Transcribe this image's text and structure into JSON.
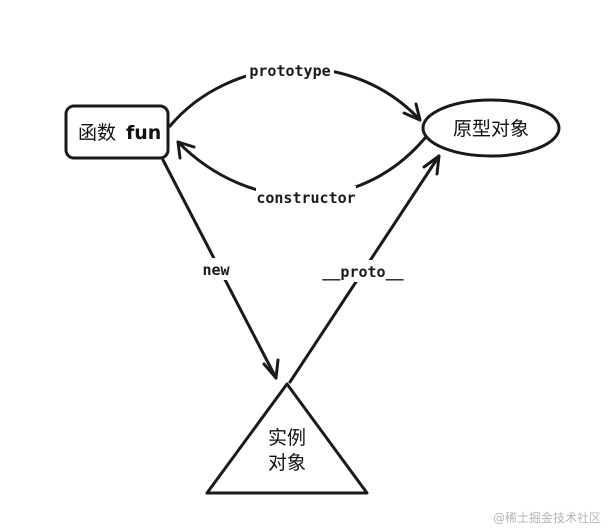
{
  "nodes": {
    "function": {
      "label_cn": "函数",
      "label_code": "fun"
    },
    "prototype_object": {
      "label": "原型对象"
    },
    "instance_object": {
      "line1": "实例",
      "line2": "对象"
    }
  },
  "edges": {
    "prototype": "prototype",
    "constructor": "constructor",
    "new": "new",
    "proto": "__proto__"
  },
  "watermark": "@稀土掘金技术社区",
  "colors": {
    "stroke": "#1a1a1a",
    "background": "#ffffff",
    "watermark": "#b5b5b5"
  }
}
